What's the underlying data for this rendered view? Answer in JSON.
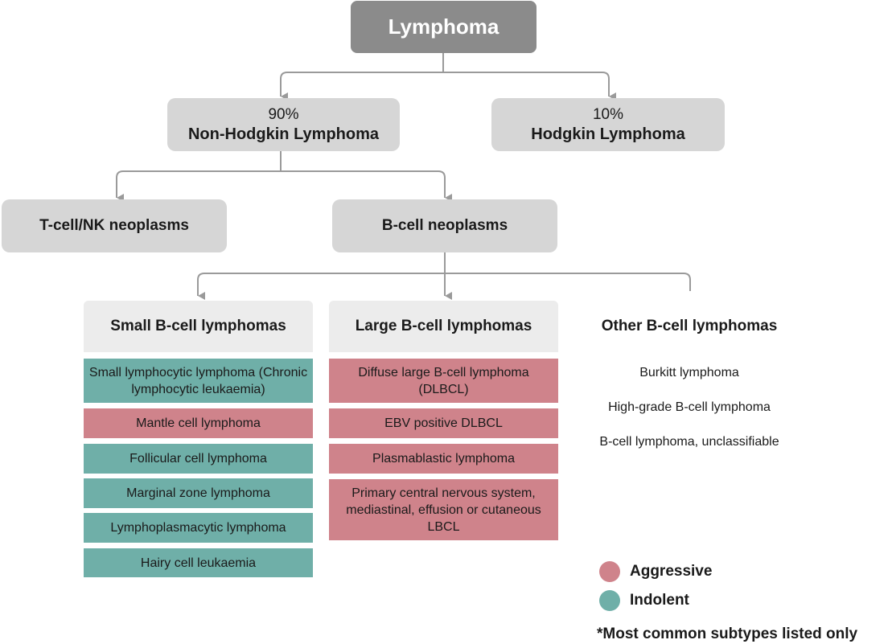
{
  "root": {
    "label": "Lymphoma"
  },
  "level1": {
    "nhl": {
      "percent": "90%",
      "label": "Non-Hodgkin Lymphoma"
    },
    "hl": {
      "percent": "10%",
      "label": "Hodgkin Lymphoma"
    }
  },
  "level2": {
    "tcell": "T-cell/NK neoplasms",
    "bcell": "B-cell neoplasms"
  },
  "small": {
    "title": "Small B-cell lymphomas",
    "items": [
      {
        "text": "Small lymphocytic lymphoma (Chronic lymphocytic leukaemia)",
        "type": "indolent"
      },
      {
        "text": "Mantle cell lymphoma",
        "type": "aggressive"
      },
      {
        "text": "Follicular cell lymphoma",
        "type": "indolent"
      },
      {
        "text": "Marginal zone lymphoma",
        "type": "indolent"
      },
      {
        "text": "Lymphoplasmacytic lymphoma",
        "type": "indolent"
      },
      {
        "text": "Hairy cell leukaemia",
        "type": "indolent"
      }
    ]
  },
  "large": {
    "title": "Large B-cell lymphomas",
    "items": [
      {
        "text": "Diffuse large B-cell lymphoma (DLBCL)",
        "type": "aggressive"
      },
      {
        "text": "EBV positive DLBCL",
        "type": "aggressive"
      },
      {
        "text": "Plasmablastic lymphoma",
        "type": "aggressive"
      },
      {
        "text": "Primary central nervous system, mediastinal, effusion or cutaneous LBCL",
        "type": "aggressive"
      }
    ]
  },
  "other": {
    "title": "Other B-cell lymphomas",
    "items": [
      "Burkitt lymphoma",
      "High-grade B-cell lymphoma",
      "B-cell lymphoma, unclassifiable"
    ]
  },
  "legend": {
    "aggressive": {
      "label": "Aggressive",
      "color": "#cf838b"
    },
    "indolent": {
      "label": "Indolent",
      "color": "#6fafa8"
    }
  },
  "footnote": "*Most common subtypes listed only"
}
